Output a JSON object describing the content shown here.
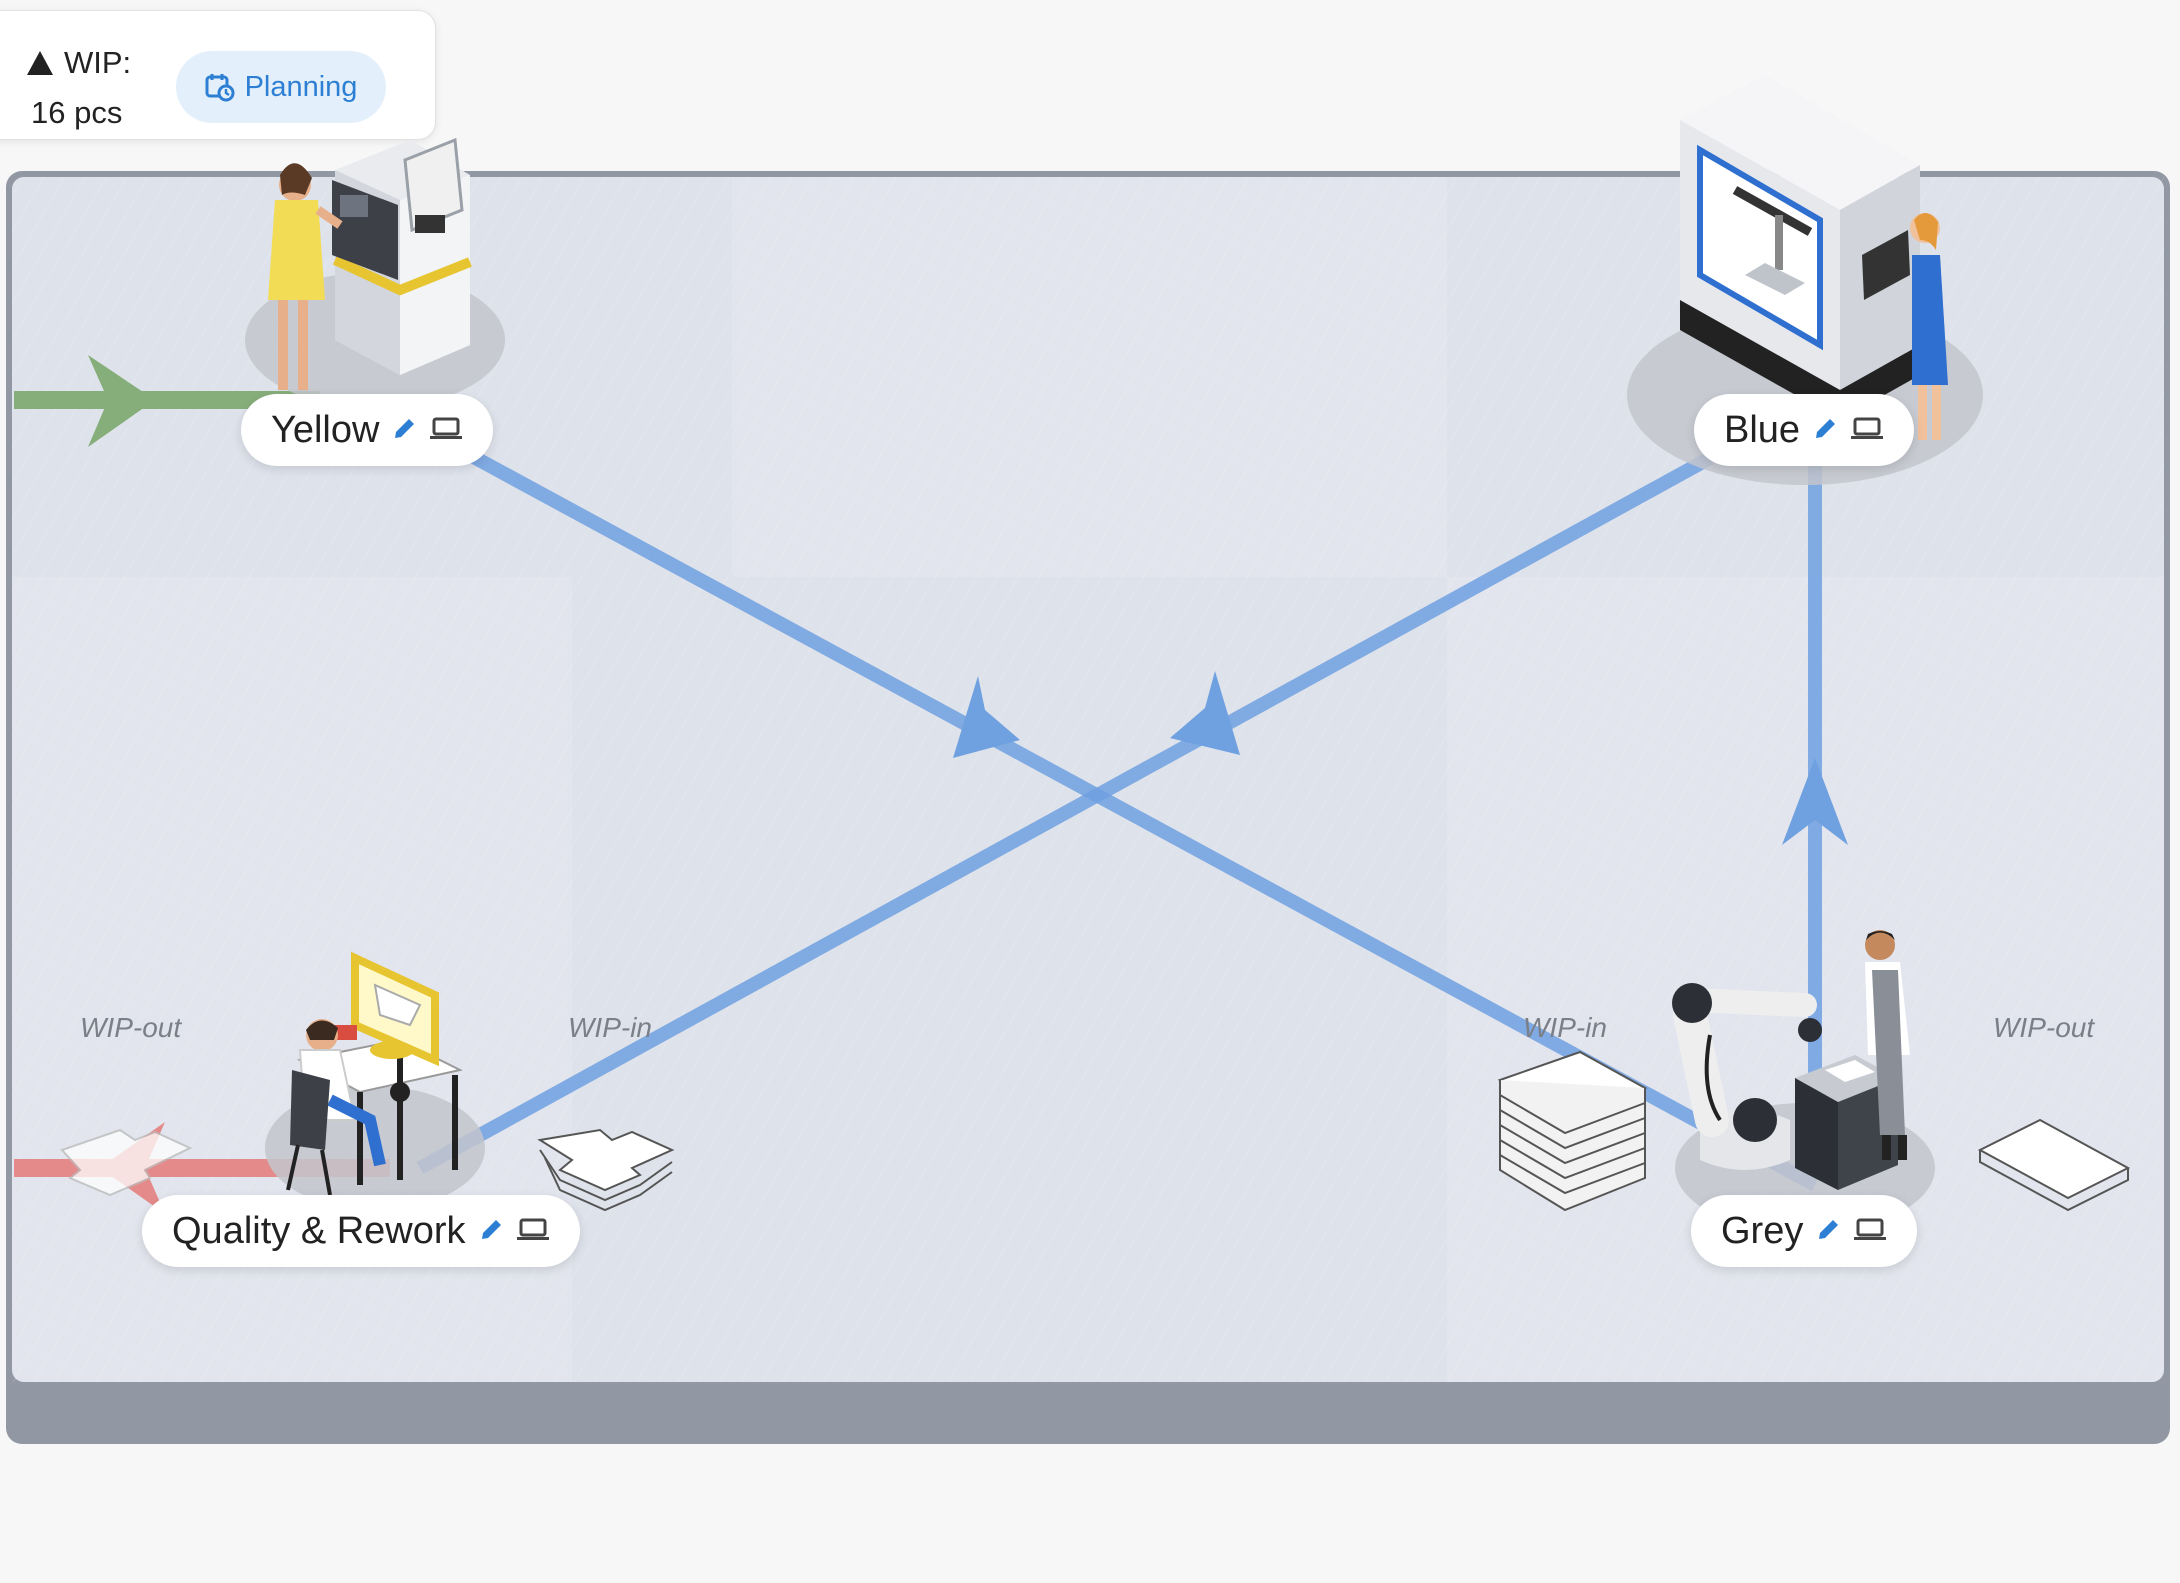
{
  "toolbar": {
    "colon": ":",
    "wip_label": "WIP:",
    "wip_value": "16 pcs",
    "planning_label": "Planning"
  },
  "stations": {
    "yellow": {
      "name": "Yellow"
    },
    "blue": {
      "name": "Blue"
    },
    "quality": {
      "name": "Quality & Rework"
    },
    "grey": {
      "name": "Grey"
    }
  },
  "buffers": {
    "quality_out": "WIP-out",
    "quality_in": "WIP-in",
    "grey_in": "WIP-in",
    "grey_out": "WIP-out"
  },
  "colors": {
    "flow": "#6fa0e0",
    "input_flow": "#86ae7a",
    "output_flow": "#e58a8a",
    "planning_accent": "#2d7fd4"
  },
  "icons": [
    "warning-triangle-icon",
    "calendar-clock-icon",
    "pencil-icon",
    "laptop-icon"
  ]
}
